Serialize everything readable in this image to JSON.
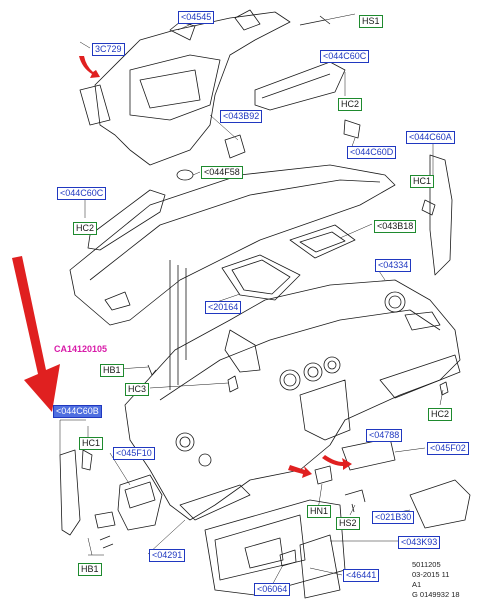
{
  "labels": {
    "l1": "<04545",
    "l2": "HS1",
    "l3": "3C729",
    "l4": "<044C60C",
    "l5": "HC2",
    "l6": "<043B92",
    "l7": "<044C60D",
    "l8": "<044C60A",
    "l9": "<044F58",
    "l10": "HC1",
    "l11": "<044C60C",
    "l12": "HC2",
    "l13": "<043B18",
    "l14": "<04334",
    "l15": "<20164",
    "l16": "HB1",
    "l17": "HC3",
    "l18": "<044C60B",
    "l19": "HC1",
    "l20": "<045F10",
    "l21": "HC2",
    "l22": "<04788",
    "l23": "<045F02",
    "l24": "HN1",
    "l25": "HS2",
    "l26": "<021B30",
    "l27": "<04291",
    "l28": "<043K93",
    "l29": "<46441",
    "l30": "<06064",
    "l31": "HB1"
  },
  "callout": "CA14120105",
  "footer": {
    "line1": "5011205",
    "line2": "03-2015 11",
    "line3": "A1",
    "line4": "G 0149932 18"
  },
  "colors": {
    "blue_label": "#2038c0",
    "green_label": "#1e8a2e",
    "selected_label": "#4f6fe0",
    "arrow": "#e02020",
    "callout": "#d81aa8"
  }
}
